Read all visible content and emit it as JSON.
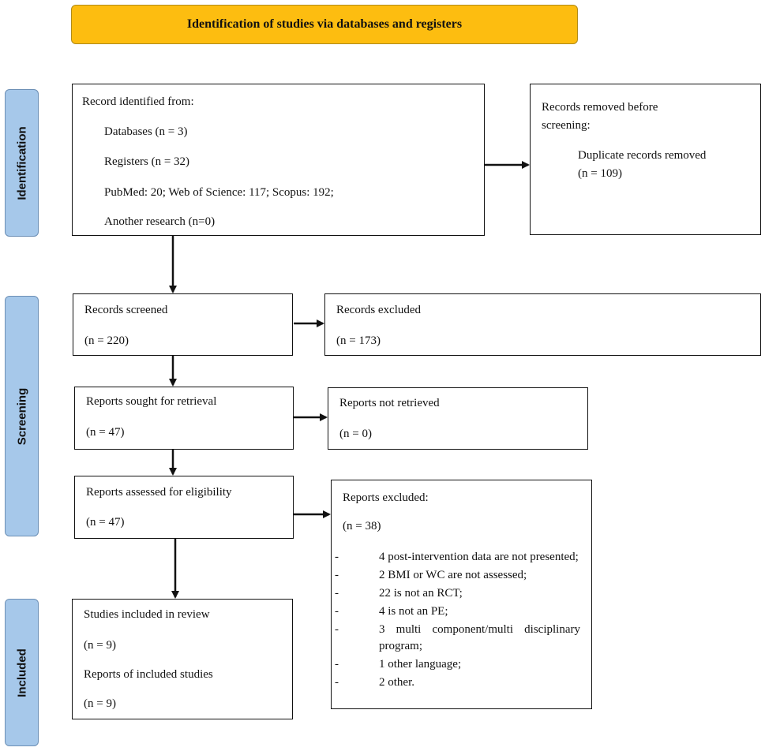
{
  "header": {
    "title": "Identification of studies via databases and registers"
  },
  "phases": {
    "identification": "Identification",
    "screening": "Screening",
    "included": "Included"
  },
  "identified": {
    "heading": "Record identified from:",
    "databases": "Databases (n = 3)",
    "registers": "Registers (n = 32)",
    "sources": "PubMed: 20; Web of Science: 117; Scopus: 192;",
    "another": "Another research (n=0)"
  },
  "removed": {
    "heading_line1": "Records removed before",
    "heading_line2": "screening:",
    "duplicates": "Duplicate records removed",
    "duplicates_n": "(n = 109)"
  },
  "screened": {
    "label": "Records screened",
    "n": "(n = 220)"
  },
  "excluded": {
    "label": "Records excluded",
    "n": "(n = 173)"
  },
  "sought": {
    "label": "Reports sought for retrieval",
    "n": "(n = 47)"
  },
  "not_retrieved": {
    "label": "Reports not retrieved",
    "n": "(n = 0)"
  },
  "assessed": {
    "label": "Reports assessed for eligibility",
    "n": "(n = 47)"
  },
  "reports_excluded": {
    "label": "Reports excluded:",
    "n": "(n = 38)",
    "dash": "-",
    "reasons": [
      "4 post-intervention data are not presented;",
      "2 BMI or WC are not assessed;",
      "22 is not an RCT;",
      "4 is not an PE;",
      "3 multi component/multi disciplinary program;",
      "1 other language;",
      "2 other."
    ]
  },
  "included": {
    "studies": "Studies included in review",
    "studies_n": "(n = 9)",
    "reports": "Reports of included studies",
    "reports_n": "(n = 9)"
  }
}
